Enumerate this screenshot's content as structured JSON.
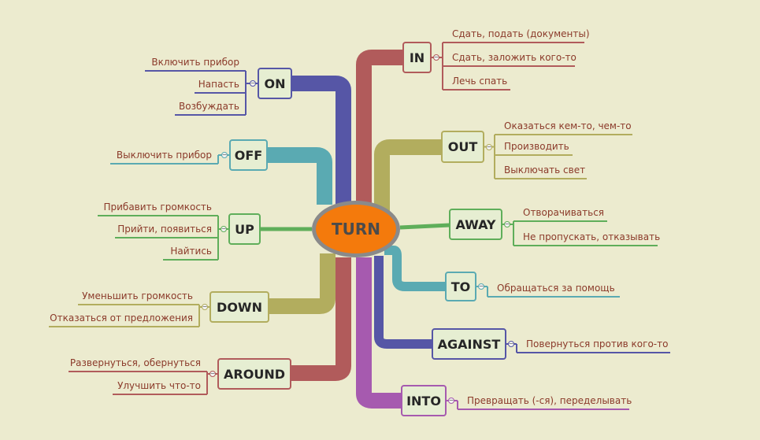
{
  "center": {
    "label": "TURN",
    "color": "#f47a0c"
  },
  "branches": [
    {
      "id": "in",
      "label": "IN",
      "color": "#b15b5b",
      "leaves": [
        "Сдать, подать (документы)",
        "Сдать, заложить кого-то",
        "Лечь спать"
      ]
    },
    {
      "id": "out",
      "label": "OUT",
      "color": "#b2ad5e",
      "leaves": [
        "Оказаться кем-то, чем-то",
        "Производить",
        "Выключать свет"
      ]
    },
    {
      "id": "away",
      "label": "AWAY",
      "color": "#5fae5a",
      "leaves": [
        "Отворачиваться",
        "Не пропускать, отказывать"
      ]
    },
    {
      "id": "to",
      "label": "TO",
      "color": "#5aaab2",
      "leaves": [
        "Обращаться за помощь"
      ]
    },
    {
      "id": "against",
      "label": "AGAINST",
      "color": "#5656a6",
      "leaves": [
        "Повернуться против кого-то"
      ]
    },
    {
      "id": "into",
      "label": "INTO",
      "color": "#a65aaf",
      "leaves": [
        "Превращать (-ся), переделывать"
      ]
    },
    {
      "id": "on",
      "label": "ON",
      "color": "#5656a6",
      "leaves": [
        "Включить прибор",
        "Напасть",
        "Возбуждать"
      ]
    },
    {
      "id": "off",
      "label": "OFF",
      "color": "#5aaab2",
      "leaves": [
        "Выключить прибор"
      ]
    },
    {
      "id": "up",
      "label": "UP",
      "color": "#5fae5a",
      "leaves": [
        "Прибавить громкость",
        "Прийти, появиться",
        "Найтись"
      ]
    },
    {
      "id": "down",
      "label": "DOWN",
      "color": "#b2ad5e",
      "leaves": [
        "Уменьшить громкость",
        "Отказаться от предложения"
      ]
    },
    {
      "id": "around",
      "label": "AROUND",
      "color": "#b15b5b",
      "leaves": [
        "Развернуться, обернуться",
        "Улучшить что-то"
      ]
    }
  ]
}
